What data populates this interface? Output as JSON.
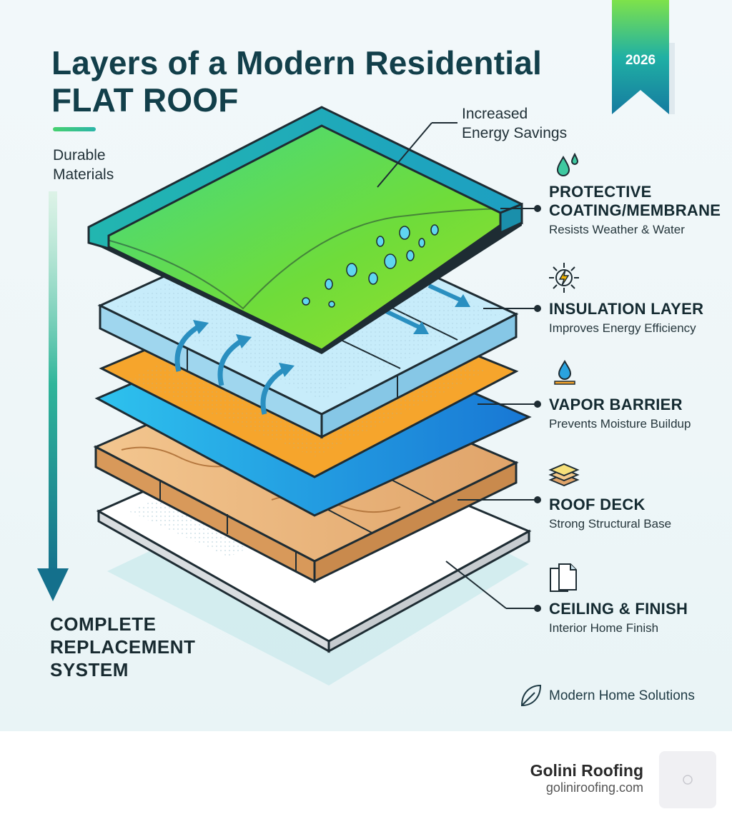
{
  "title": {
    "line1": "Layers of a Modern Residential",
    "line2": "FLAT ROOF"
  },
  "badge": {
    "year": "2026"
  },
  "side_note": {
    "line1": "Durable",
    "line2": "Materials"
  },
  "bottom_note": {
    "line1": "COMPLETE",
    "line2": "REPLACEMENT",
    "line3": "SYSTEM"
  },
  "top_callout": {
    "line1": "Increased",
    "line2": "Energy Savings"
  },
  "layers": [
    {
      "name_line1": "PROTECTIVE",
      "name_line2": "COATING/MEMBRANE",
      "description": "Resists Weather & Water",
      "icon": "water-drops-icon"
    },
    {
      "name": "INSULATION LAYER",
      "description": "Improves Energy Efficiency",
      "icon": "sun-lightning-icon"
    },
    {
      "name": "VAPOR BARRIER",
      "description": "Prevents Moisture Buildup",
      "icon": "drop-barrier-icon"
    },
    {
      "name": "ROOF DECK",
      "description": "Strong Structural Base",
      "icon": "stacked-layers-icon"
    },
    {
      "name": "CEILING & FINISH",
      "description": "Interior Home Finish",
      "icon": "document-icon"
    }
  ],
  "brand": {
    "tagline": "Modern Home Solutions",
    "icon": "leaf-icon"
  },
  "footer": {
    "company": "Golini Roofing",
    "url": "goliniroofing.com"
  },
  "colors": {
    "title": "#123f4a",
    "membrane": "#6fdc3a",
    "rim": "#1fb0b8",
    "insulation": "#bfe8f7",
    "vapor_orange": "#f6a52c",
    "vapor_blue": "#1f9ee0",
    "deck": "#e9b77e",
    "ceiling": "#ffffff"
  }
}
